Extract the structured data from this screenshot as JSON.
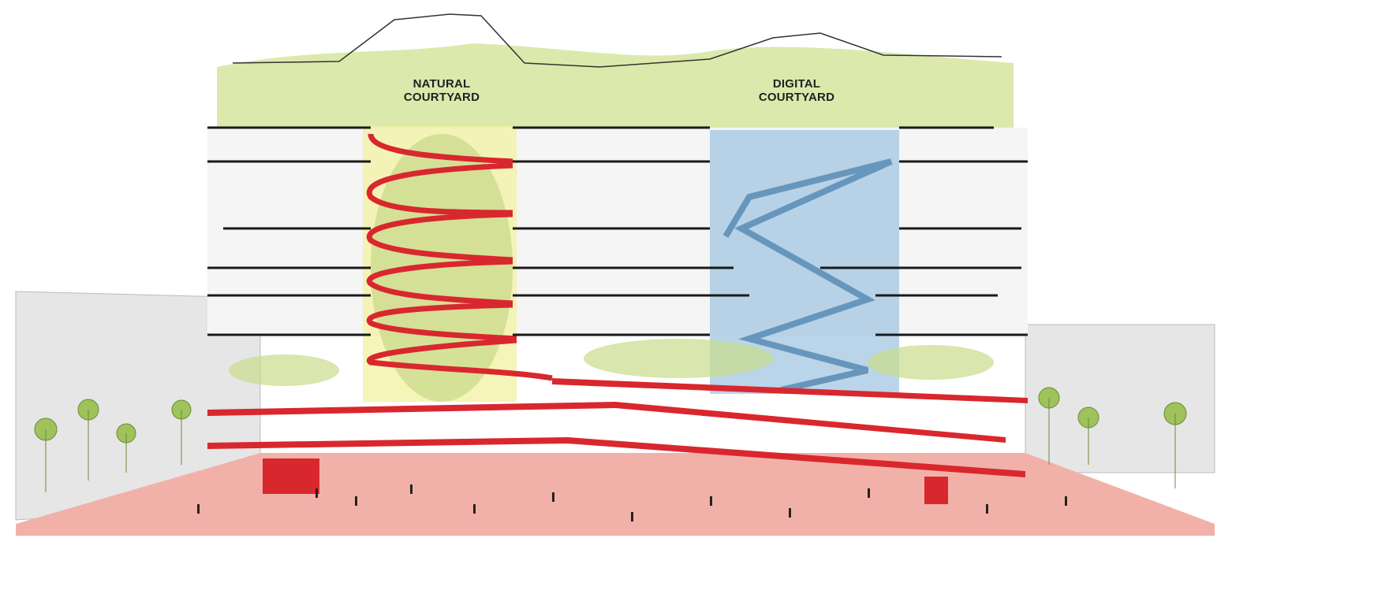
{
  "labels": {
    "natural_courtyard": [
      "NATURAL",
      "COURTYARD"
    ],
    "digital_courtyard": [
      "DIGITAL",
      "COURTYARD"
    ]
  },
  "colors": {
    "ground": "#f2b1a8",
    "ramp": "#d9272e",
    "vegetation": "#c9dc8a",
    "natural_courtyard": "#f3f1a8",
    "digital_courtyard": "#9cc3e0",
    "slab": "#1a1a1a",
    "context_buildings": "#e4e4e4"
  }
}
